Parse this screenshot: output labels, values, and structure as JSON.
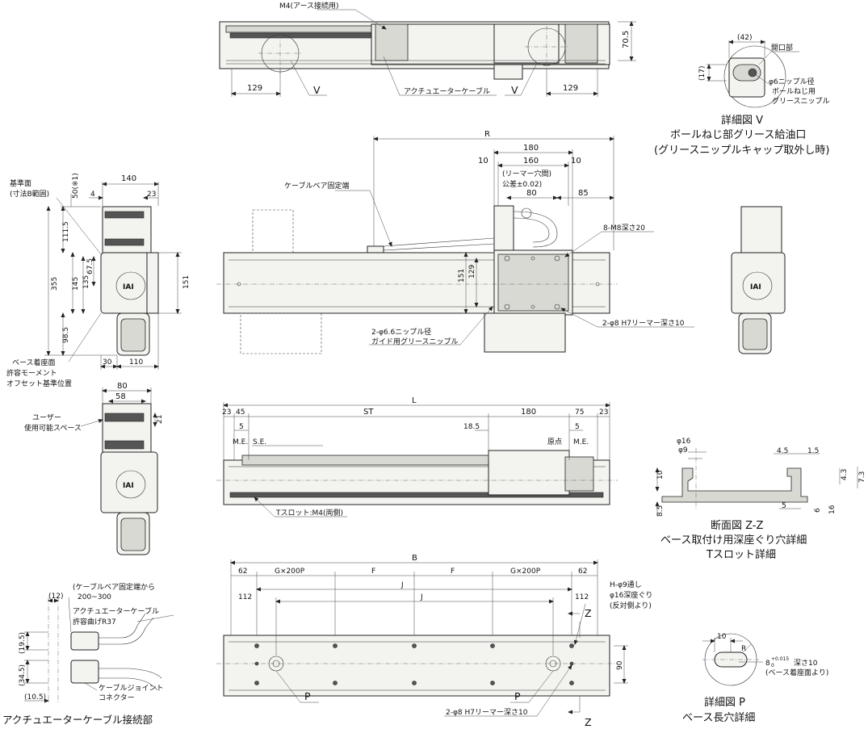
{
  "top_view": {
    "label_m4": "M4(アース接続用)",
    "dim_705": "70.5",
    "dim_129_left": "129",
    "dim_129_right": "129",
    "label_v_left": "V",
    "label_v_right": "V",
    "label_cable": "アクチュエーターケーブル"
  },
  "detail_v": {
    "dim_42": "(42)",
    "dim_17": "(17)",
    "label_opening": "開口部",
    "label_nipple": "φ6ニップル径",
    "label_ball": "ボールねじ用",
    "label_grease": "グリースニップル",
    "title1": "詳細図 V",
    "title2": "ボールねじ部グリース給油口",
    "title3": "(グリースニップルキャップ取外し時)"
  },
  "end_view": {
    "label_ref1": "基準面",
    "label_ref2": "(寸法B範囲)",
    "dim_50": "50(※1)",
    "dim_140": "140",
    "dim_4": "4",
    "dim_23": "23",
    "dim_1115": "111.5",
    "dim_355": "355",
    "dim_145": "145",
    "dim_135": "135",
    "dim_675": "67.5",
    "dim_985": "98.5",
    "dim_151": "151",
    "dim_30": "30",
    "dim_110": "110",
    "label_base1": "ベース着座面",
    "label_base2": "許容モーメント",
    "label_base3": "オフセット基準位置",
    "logo": "IAI"
  },
  "front_view": {
    "dim_r": "R",
    "dim_180": "180",
    "dim_160": "160",
    "dim_10a": "10",
    "dim_10b": "10",
    "label_reamer1": "(リーマー穴間)",
    "label_reamer2": "公差±0.02)",
    "dim_80": "80",
    "dim_85": "85",
    "label_cable_fixed": "ケーブルベア固定端",
    "label_m8": "8-M8深さ20",
    "dim_151": "151",
    "dim_129": "129",
    "label_nipple1": "2-φ6.6ニップル径",
    "label_nipple2": "ガイド用グリースニップル",
    "label_reamer_h7": "2-φ8 H7リーマー深さ10"
  },
  "side_mini": {
    "dim_80": "80",
    "dim_58": "58",
    "dim_21": "21",
    "label_user1": "ユーザー",
    "label_user2": "使用可能スペース"
  },
  "side_view": {
    "dim_l": "L",
    "dim_23a": "23",
    "dim_45": "45",
    "dim_st": "ST",
    "dim_180": "180",
    "dim_75": "75",
    "dim_23b": "23",
    "dim_5a": "5",
    "dim_185": "18.5",
    "dim_5b": "5",
    "label_me_left": "M.E.",
    "label_se": "S.E.",
    "label_origin": "原点",
    "label_me_right": "M.E.",
    "label_tslot": "Tスロット:M4(両側)"
  },
  "section_zz": {
    "dim_phi16": "φ16",
    "dim_phi9": "φ9",
    "dim_45": "4.5",
    "dim_15": "1.5",
    "dim_10": "10",
    "dim_85": "8.5",
    "dim_5": "5",
    "dim_6": "6",
    "dim_16": "16",
    "dim_43": "4.3",
    "dim_73": "7.3",
    "title1": "断面図 Z-Z",
    "title2": "ベース取付け用深座ぐり穴詳細",
    "title3": "Tスロット詳細"
  },
  "bottom_view": {
    "dim_b": "B",
    "dim_62a": "62",
    "dim_g200a": "G×200P",
    "dim_fa": "F",
    "dim_fb": "F",
    "dim_g200b": "G×200P",
    "dim_62b": "62",
    "dim_ja": "J",
    "dim_112a": "112",
    "dim_jb": "J",
    "dim_112b": "112",
    "dim_90": "90",
    "label_h1": "H-φ9通し",
    "label_h2": "φ16深座ぐり",
    "label_h3": "(反対側より)",
    "label_z_top": "Z",
    "label_z_bottom": "Z",
    "label_p_left": "P",
    "label_p_right": "P",
    "label_reamer": "2-φ8 H7リーマー深さ10"
  },
  "detail_p": {
    "dim_10": "10",
    "dim_r": "R",
    "label_8": "8",
    "label_tol": "+0.015",
    "label_tol0": "0",
    "label_depth": "深さ10",
    "label_from": "(ベース着座面より)",
    "title1": "詳細図 P",
    "title2": "ベース長穴詳細"
  },
  "cable_detail": {
    "dim_12": "(12)",
    "label_from1": "(ケーブルベア固定端から",
    "label_from2": "200~300",
    "label_cable1": "アクチュエーターケーブル",
    "label_cable2": "許容曲げR37",
    "dim_195": "(19.5)",
    "dim_345": "(34.5)",
    "dim_105": "(10.5)",
    "label_joint1": "ケーブルジョイント",
    "label_joint2": "コネクター",
    "title": "アクチュエーターケーブル接続部"
  }
}
